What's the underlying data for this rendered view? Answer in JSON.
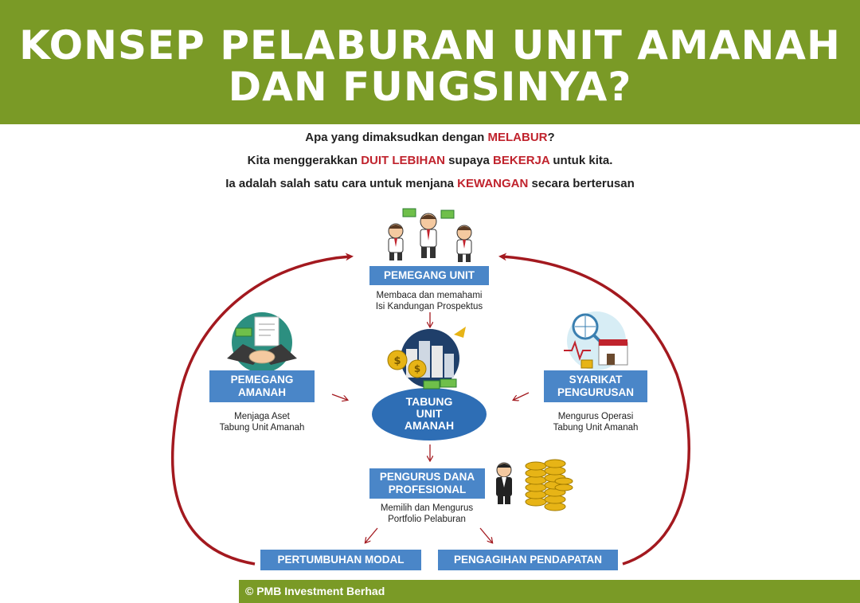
{
  "title": {
    "line1": "KONSEP PELABURAN UNIT AMANAH",
    "line2": "DAN FUNGSINYA?"
  },
  "intro": {
    "line1": {
      "pre": "Apa yang dimaksudkan dengan ",
      "hl": "MELABUR",
      "post": "?"
    },
    "line2": {
      "pre": "Kita menggerakkan ",
      "hl1": "DUIT LEBIHAN",
      "mid": " supaya ",
      "hl2": "BEKERJA",
      "post": " untuk kita."
    },
    "line3": {
      "pre": "Ia adalah salah satu cara untuk menjana ",
      "hl": "KEWANGAN",
      "post": " secara berterusan"
    }
  },
  "nodes": {
    "pemegang_unit": {
      "label": "PEMEGANG UNIT",
      "desc1": "Membaca dan memahami",
      "desc2": "Isi Kandungan Prospektus"
    },
    "pemegang_amanah": {
      "label1": "PEMEGANG",
      "label2": "AMANAH",
      "desc1": "Menjaga Aset",
      "desc2": "Tabung Unit Amanah"
    },
    "syarikat": {
      "label1": "SYARIKAT",
      "label2": "PENGURUSAN",
      "desc1": "Mengurus Operasi",
      "desc2": "Tabung Unit Amanah"
    },
    "tabung": {
      "line1": "TABUNG",
      "line2": "UNIT",
      "line3": "AMANAH"
    },
    "pengurus_dana": {
      "label1": "PENGURUS DANA",
      "label2": "PROFESIONAL",
      "desc1": "Memilih dan Mengurus",
      "desc2": "Portfolio Pelaburan"
    },
    "pertumbuhan": {
      "label": "PERTUMBUHAN MODAL"
    },
    "pengagihan": {
      "label": "PENGAGIHAN PENDAPATAN"
    }
  },
  "footer": {
    "text": "© PMB Investment Berhad"
  },
  "colors": {
    "brand_green": "#7a9a26",
    "box_blue": "#4a86c8",
    "ellipse_blue": "#2e6eb5",
    "highlight_red": "#c0232d",
    "cycle_arrow": "#a3191f"
  },
  "icons": [
    "people-money-icon",
    "handshake-contract-icon",
    "city-money-icon",
    "business-analysis-icon",
    "businessman-coins-icon"
  ]
}
